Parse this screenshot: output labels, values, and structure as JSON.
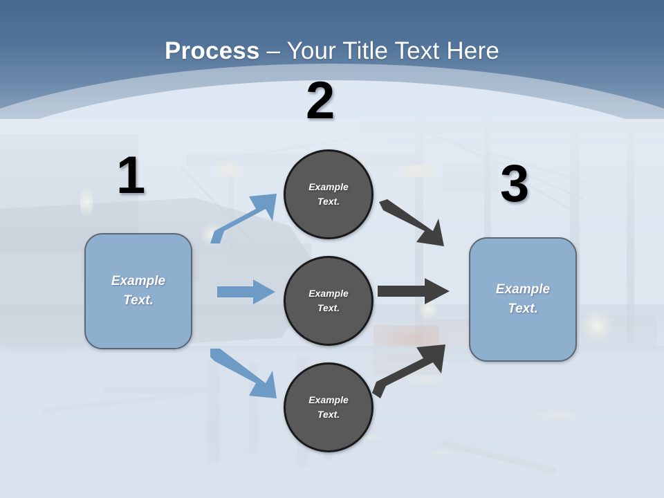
{
  "slide": {
    "title_bold": "Process",
    "title_rest": " – Your Title Text Here",
    "title_full": "Process – Your Title Text Here"
  },
  "theme": {
    "header_gradient_top": "#46688f",
    "header_gradient_bottom": "#8aa3be",
    "title_color": "#ffffff",
    "box_fill": "#8fafcf",
    "box_border": "#5b6874",
    "circle_fill": "#595959",
    "circle_border": "#1a1a1a",
    "blue_arrow_color": "#6e9bc5",
    "dark_arrow_color": "#404040",
    "number_color": "#000000",
    "shape_text_color": "#ffffff"
  },
  "diagram": {
    "steps": [
      {
        "number": "1",
        "label": "Example\nText.",
        "line1": "Example",
        "line2": "Text.",
        "shape": "rounded-rectangle"
      },
      {
        "number": "2",
        "label": "Example\nText.",
        "line1": "Example",
        "line2": "Text.",
        "shape": "circle"
      },
      {
        "number": "3",
        "label": "Example\nText.",
        "line1": "Example",
        "line2": "Text.",
        "shape": "rounded-rectangle"
      }
    ],
    "stage_two_nodes": [
      {
        "id": "top",
        "line1": "Example",
        "line2": "Text."
      },
      {
        "id": "middle",
        "line1": "Example",
        "line2": "Text."
      },
      {
        "id": "bottom",
        "line1": "Example",
        "line2": "Text."
      }
    ],
    "connectors": [
      {
        "id": "in-top",
        "from": "step-1",
        "to": "node-top",
        "direction": "up-right",
        "color": "#6e9bc5"
      },
      {
        "id": "in-middle",
        "from": "step-1",
        "to": "node-middle",
        "direction": "right",
        "color": "#6e9bc5"
      },
      {
        "id": "in-bottom",
        "from": "step-1",
        "to": "node-bottom",
        "direction": "down-right",
        "color": "#6e9bc5"
      },
      {
        "id": "out-top",
        "from": "node-top",
        "to": "step-3",
        "direction": "down-right",
        "color": "#404040"
      },
      {
        "id": "out-middle",
        "from": "node-middle",
        "to": "step-3",
        "direction": "right",
        "color": "#404040"
      },
      {
        "id": "out-bottom",
        "from": "node-bottom",
        "to": "step-3",
        "direction": "up-right",
        "color": "#404040"
      }
    ]
  },
  "background": {
    "scene": "harbor-container-port-at-dusk",
    "description": "Gantry cranes, container ship and waterfront reflections behind a light overlay"
  }
}
